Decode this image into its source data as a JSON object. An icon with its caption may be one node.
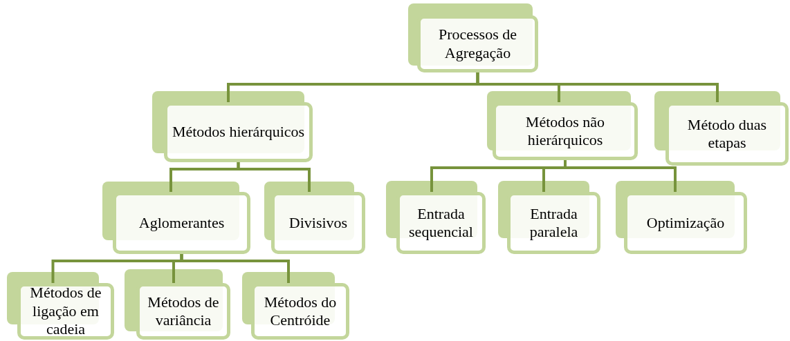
{
  "diagram": {
    "nodes": [
      {
        "text": [
          "Processos de Agregação"
        ]
      },
      {
        "text": [
          "Métodos hierárquicos"
        ]
      },
      {
        "text": [
          "Métodos não hierárquicos"
        ]
      },
      {
        "text": [
          "Método duas etapas"
        ]
      },
      {
        "text": [
          "Aglomerantes"
        ]
      },
      {
        "text": [
          "Divisivos"
        ]
      },
      {
        "text": [
          "Entrada sequencial"
        ]
      },
      {
        "text": [
          "Entrada paralela"
        ]
      },
      {
        "text": [
          "Optimização"
        ]
      },
      {
        "text": [
          "Métodos de ligação em cadeia"
        ]
      },
      {
        "text": [
          "Métodos de variância"
        ]
      },
      {
        "text": [
          "Métodos do Centróide"
        ]
      }
    ],
    "edges": [
      {
        "from": 0,
        "to": 1,
        "arrow": "none"
      },
      {
        "from": 0,
        "to": 2,
        "arrow": "none"
      },
      {
        "from": 0,
        "to": 3,
        "arrow": "none"
      },
      {
        "from": 1,
        "to": 4,
        "arrow": "none"
      },
      {
        "from": 1,
        "to": 5,
        "arrow": "none"
      },
      {
        "from": 2,
        "to": 6,
        "arrow": "none"
      },
      {
        "from": 2,
        "to": 7,
        "arrow": "none"
      },
      {
        "from": 2,
        "to": 8,
        "arrow": "none"
      },
      {
        "from": 4,
        "to": 9,
        "arrow": "none"
      },
      {
        "from": 4,
        "to": 10,
        "arrow": "none"
      },
      {
        "from": 4,
        "to": 11,
        "arrow": "none"
      }
    ]
  }
}
